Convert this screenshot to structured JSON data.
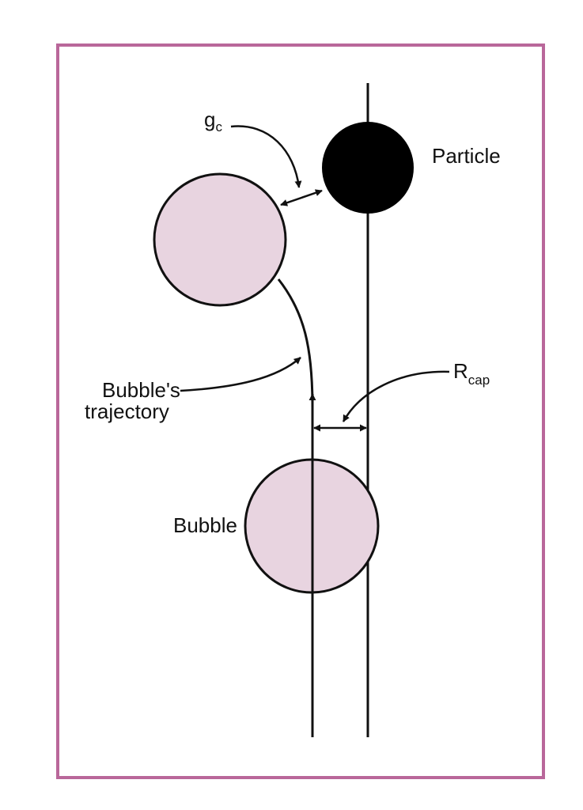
{
  "labels": {
    "particle": "Particle",
    "bubble": "Bubble",
    "trajectory_line1": "Bubble's",
    "trajectory_line2": "trajectory",
    "gc_main": "g",
    "gc_sub": "c",
    "rcap_main": "R",
    "rcap_sub": "cap"
  },
  "colors": {
    "frame": "#b9679a",
    "bubble_fill": "#e8d4e0",
    "particle_fill": "#000000",
    "stroke": "#111111"
  }
}
